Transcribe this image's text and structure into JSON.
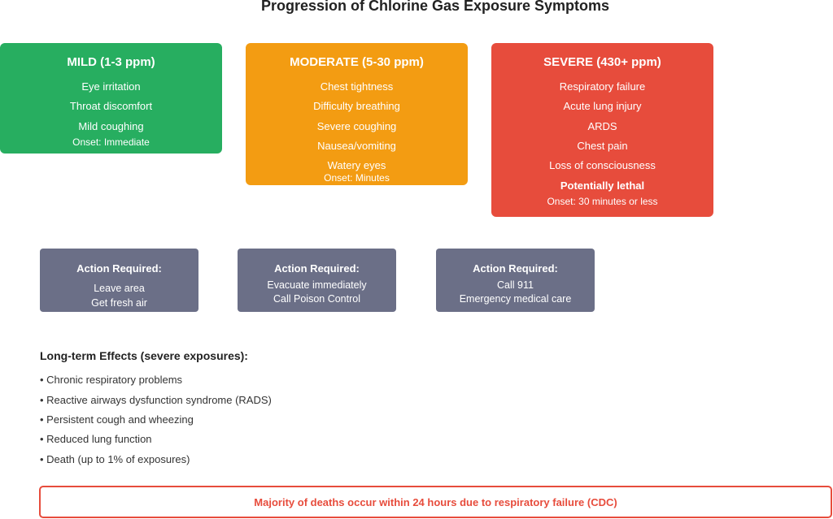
{
  "title": "Progression of Chlorine Gas Exposure Symptoms",
  "levels": [
    {
      "heading": "MILD (1-3 ppm)",
      "color": "#27ae60",
      "symptoms": [
        "Eye irritation",
        "Throat discomfort",
        "Mild coughing"
      ],
      "onset": "Onset: Immediate"
    },
    {
      "heading": "MODERATE (5-30 ppm)",
      "color": "#f39c12",
      "symptoms": [
        "Chest tightness",
        "Difficulty breathing",
        "Severe coughing",
        "Nausea/vomiting",
        "Watery eyes"
      ],
      "onset": "Onset: Minutes"
    },
    {
      "heading": "SEVERE (430+ ppm)",
      "color": "#e74c3c",
      "symptoms": [
        "Respiratory failure",
        "Acute lung injury",
        "ARDS",
        "Chest pain",
        "Loss of consciousness"
      ],
      "warning": "Potentially lethal",
      "onset": "Onset: 30 minutes or less"
    }
  ],
  "actions": [
    {
      "heading": "Action Required:",
      "lines": [
        "Leave area",
        "Get fresh air"
      ]
    },
    {
      "heading": "Action Required:",
      "lines": [
        "Evacuate immediately",
        "Call Poison Control"
      ]
    },
    {
      "heading": "Action Required:",
      "lines": [
        "Call 911",
        "Emergency medical care"
      ]
    }
  ],
  "long_term": {
    "title": "Long-term Effects (severe exposures):",
    "items": [
      "• Chronic respiratory problems",
      "• Reactive airways dysfunction syndrome (RADS)",
      "• Persistent cough and wheezing",
      "• Reduced lung function",
      "• Death (up to 1% of exposures)"
    ]
  },
  "banner": "Majority of deaths occur within 24 hours due to respiratory failure (CDC)"
}
